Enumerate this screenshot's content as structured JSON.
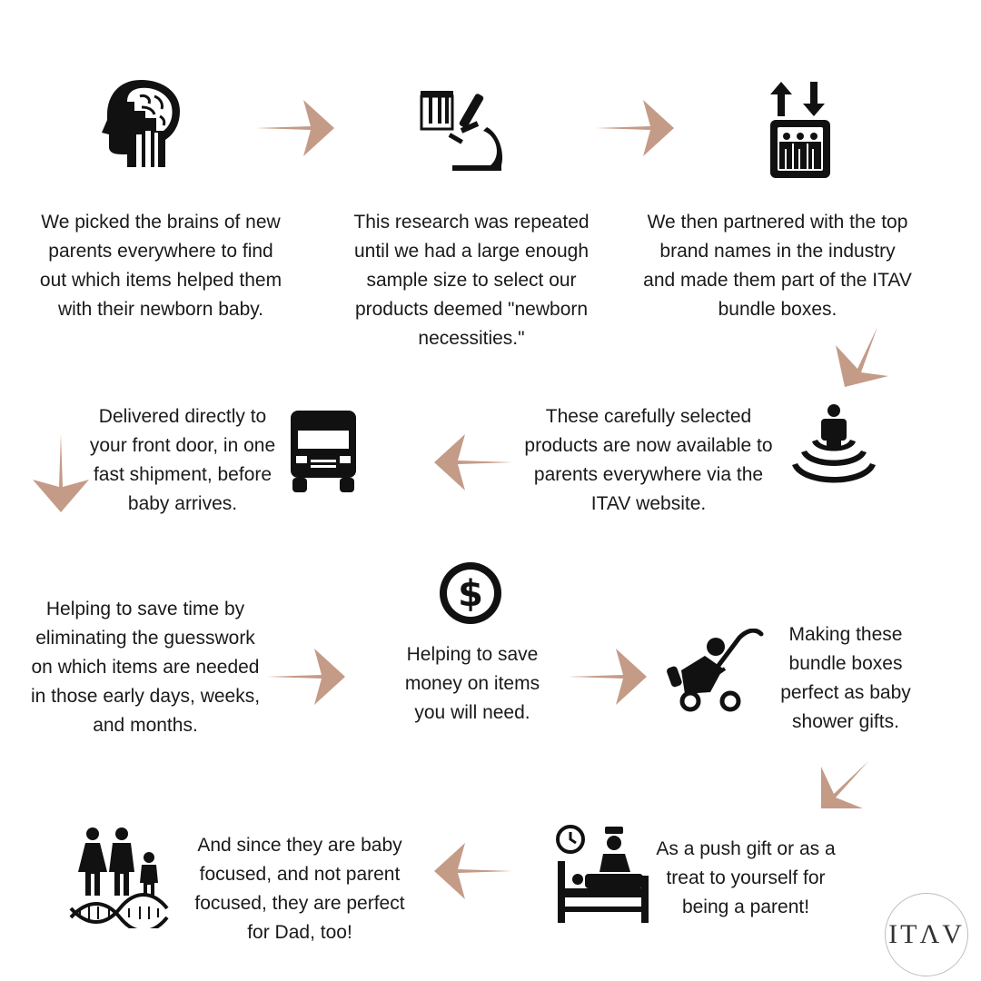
{
  "colors": {
    "arrow": "#c49b87",
    "icon": "#111111",
    "text": "#1a1a1a"
  },
  "steps": [
    {
      "icon": "brain-head-icon",
      "text": "We picked the brains of new parents everywhere to find out which items helped them with their newborn baby."
    },
    {
      "icon": "microscope-icon",
      "text": "This research was repeated until we had a large enough sample size to select our products deemed \"newborn necessities.\""
    },
    {
      "icon": "elevator-icon",
      "text": "We then partnered with the top brand names in the industry and made them part of the ITAV bundle boxes."
    },
    {
      "icon": "broadcast-person-icon",
      "text": "These carefully selected products are now available to parents everywhere via the ITAV website."
    },
    {
      "icon": "truck-icon",
      "text": "Delivered directly to your front door, in one fast shipment, before baby arrives."
    },
    {
      "icon": "clock-save-time-icon",
      "text": "Helping to save time by eliminating the guesswork on which items are needed in those early days, weeks, and months."
    },
    {
      "icon": "dollar-icon",
      "text": "Helping to save money on items you will need."
    },
    {
      "icon": "stroller-icon",
      "text": "Making these bundle boxes perfect as baby shower gifts."
    },
    {
      "icon": "hospital-bed-icon",
      "text": "As a push gift or as a treat to yourself for being a parent!"
    },
    {
      "icon": "family-dna-icon",
      "text": "And since they are baby focused, and not parent focused, they are perfect for Dad, too!"
    }
  ],
  "logo": {
    "text": "ITΛV"
  }
}
